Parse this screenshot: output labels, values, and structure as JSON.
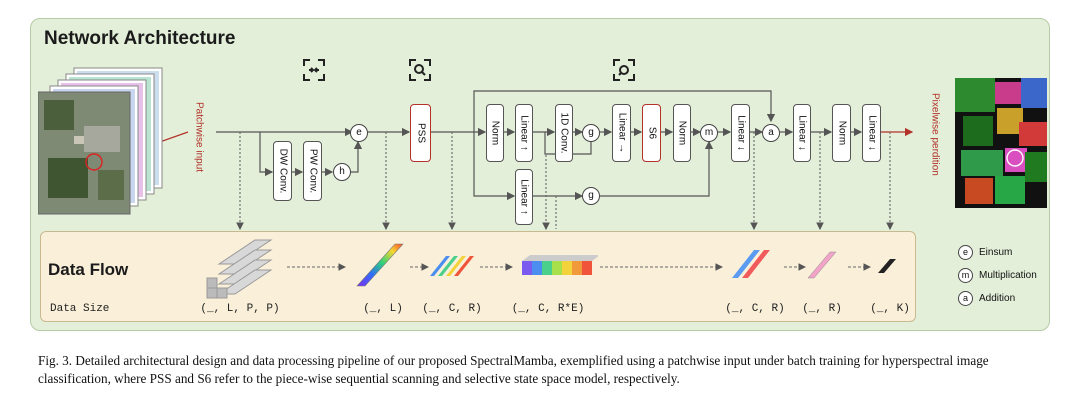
{
  "title": "Network Architecture",
  "data_flow": {
    "title": "Data Flow",
    "size_label": "Data Size",
    "sizes": [
      "(_, L, P, P)",
      "(_, L)",
      "(_, C, R)",
      "(_, C, R*E)",
      "(_, C, R)",
      "(_, R)",
      "(_, K)"
    ]
  },
  "labels": {
    "input": "Patchwise input",
    "output": "Pixelwise perdition"
  },
  "blocks": {
    "dw_conv": "DW Conv.",
    "pw_conv": "PW Conv.",
    "pss": "PSS",
    "norm1": "Norm",
    "linear_up1": "Linear ↑",
    "conv1d": "1D Conv.",
    "linear_right": "Linear →",
    "s6": "S6",
    "norm2": "Norm",
    "linear_down1": "Linear ↓",
    "linear_up2": "Linear ↑",
    "linear_down2": "Linear ↓",
    "norm3": "Norm",
    "linear_down3": "Linear ↓"
  },
  "ops": {
    "e": "e",
    "h": "h",
    "g1": "g",
    "g2": "g",
    "m": "m",
    "a": "a"
  },
  "legend": [
    {
      "symbol": "e",
      "label": "Einsum"
    },
    {
      "symbol": "m",
      "label": "Multiplication"
    },
    {
      "symbol": "a",
      "label": "Addition"
    }
  ],
  "icons": [
    "expand-arrows-icon",
    "search-icon",
    "search-spin-icon"
  ],
  "colors": {
    "panel": "#e3efd9",
    "flow_panel": "#faf0da",
    "accent_red": "#b3322a"
  },
  "caption": "Fig. 3. Detailed architectural design and data processing pipeline of our proposed SpectralMamba, exemplified using a patchwise input under batch training for hyperspectral image classification, where PSS and S6 refer to the piece-wise sequential scanning and selective state space model, respectively."
}
